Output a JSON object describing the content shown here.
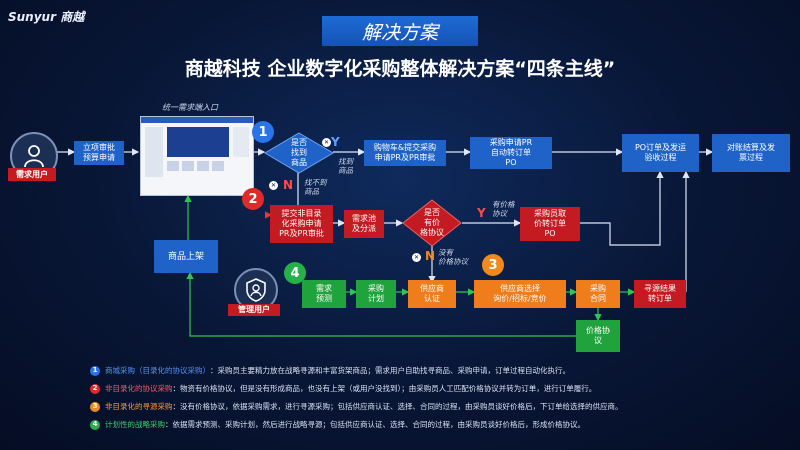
{
  "brand": "Sunyur 商越",
  "banner": "解决方案",
  "heading": "商越科技 企业数字化采购整体解决方案“四条主线”",
  "actors": {
    "demand_user": "需求用户",
    "admin_user": "管理用户"
  },
  "entry_label": "统一需求端入口",
  "steps": {
    "approval": "立项审批\n预算申请",
    "found_item": "是否\n找到\n商品",
    "cart": "购物车&提交采购\n申请PR及PR审批",
    "pr_to_po": "采购申请PR\n自动转订单\nPO",
    "po_delivery": "PO订单及发运\n验收过程",
    "settlement": "对账结算及发\n票过程",
    "non_catalog": "提交非目录\n化采购申请\nPR及PR审批",
    "demand_pool": "需求池\n及分派",
    "has_agreement": "是否\n有价\n格协议",
    "buyer_price": "采购员取\n价转订单\nPO",
    "product_listing": "商品上架",
    "demand_forecast": "需求\n预测",
    "purchase_plan": "采购\n计划",
    "supplier_cert": "供应商\n认证",
    "supplier_select": "供应商选择\n询价/招标/竞价",
    "contract": "采购\n合同",
    "sourcing_result": "寻源结果\n转订单",
    "price_agreement": "价格协\n议"
  },
  "flow_labels": {
    "found": "找到\n商品",
    "not_found": "找不到\n商品",
    "has_price": "有价格\n协议",
    "no_price": "没有\n价格协议"
  },
  "markers": {
    "yes": "Y",
    "no": "N",
    "cross": "✕"
  },
  "numbers": [
    "1",
    "2",
    "3",
    "4"
  ],
  "legend": [
    {
      "num": "1",
      "title": "商城采购（目录化的协议采购）",
      "text": "：采购员主要精力放在战略寻源和丰富货架商品；需求用户自助找寻商品、采购申请，订单过程自动化执行。",
      "color": "#2a73e8"
    },
    {
      "num": "2",
      "title": "非目录化的协议采购",
      "text": "：物资有价格协议，但是没有形成商品，也没有上架（或用户没找到）；由采购员人工匹配价格协议并转为订单，进行订单履行。",
      "color": "#e02a2a"
    },
    {
      "num": "3",
      "title": "非目录化的寻源采购",
      "text": "：没有价格协议，依据采购需求，进行寻源采购；包括供应商认证、选择、合同的过程，由采购员谈好价格后，下订单给选择的供应商。",
      "color": "#f08a1f"
    },
    {
      "num": "4",
      "title": "计划性的战略采购",
      "text": "：依据需求预测、采购计划，然后进行战略寻源；包括供应商认证、选择、合同的过程，由采购员谈好价格后，形成价格协议。",
      "color": "#27b04a"
    }
  ],
  "colors": {
    "blue": "#1f63c8",
    "red": "#c41a22",
    "green": "#20a33c",
    "orange": "#ef7d1c"
  }
}
